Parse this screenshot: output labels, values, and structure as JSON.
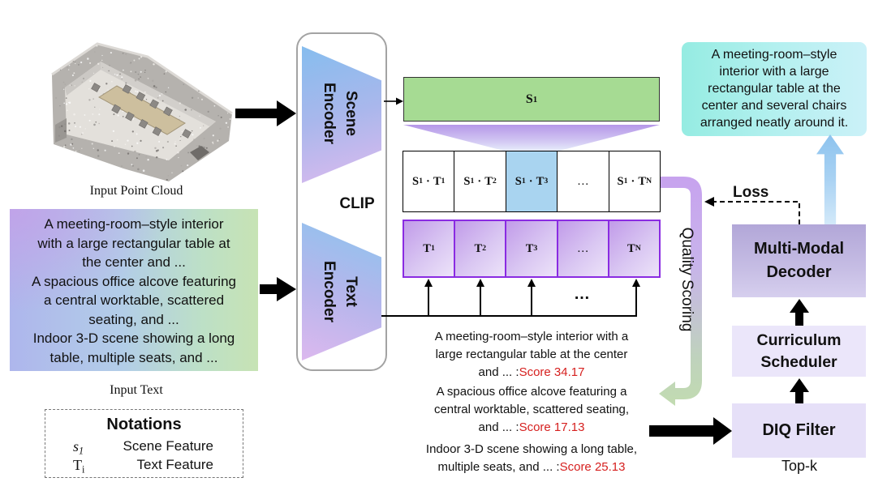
{
  "point_cloud": {
    "label": "Input Point Cloud"
  },
  "input_text": {
    "lines": [
      "A meeting-room–style interior",
      "with a large rectangular table at",
      "the center and ...",
      "A spacious office alcove featuring",
      "a central worktable, scattered",
      "seating, and ...",
      "Indoor 3-D scene showing a long",
      "table, multiple seats, and ..."
    ],
    "label": "Input Text"
  },
  "clip": {
    "label": "CLIP",
    "scene_encoder": {
      "line1": "Scene",
      "line2": "Encoder"
    },
    "text_encoder": {
      "line1": "Text",
      "line2": "Encoder"
    }
  },
  "scene_feature": {
    "symbol": "S",
    "sub": "1"
  },
  "similarity_row": [
    {
      "a": "S",
      "a_sub": "1",
      "op": "·",
      "b": "T",
      "b_sub": "1"
    },
    {
      "a": "S",
      "a_sub": "1",
      "op": "·",
      "b": "T",
      "b_sub": "2"
    },
    {
      "a": "S",
      "a_sub": "1",
      "op": "·",
      "b": "T",
      "b_sub": "3",
      "highlighted": true
    },
    {
      "ellipsis": "…"
    },
    {
      "a": "S",
      "a_sub": "1",
      "op": "·",
      "b": "T",
      "b_sub": "N"
    }
  ],
  "text_feature_row": [
    {
      "symbol": "T",
      "sub": "1"
    },
    {
      "symbol": "T",
      "sub": "2"
    },
    {
      "symbol": "T",
      "sub": "3"
    },
    {
      "ellipsis": "…"
    },
    {
      "symbol": "T",
      "sub": "N"
    }
  ],
  "text_feature_more": "…",
  "quality_scoring": {
    "label": "Quality Scoring"
  },
  "scored_texts": [
    {
      "lines": [
        "A meeting-room–style interior with a",
        "large rectangular table at the center"
      ],
      "tail": "and ... :",
      "score": "Score 34.17"
    },
    {
      "lines": [
        "A spacious office alcove featuring a",
        "central worktable, scattered seating,"
      ],
      "tail": "and ... :",
      "score": "Score 17.13"
    },
    {
      "lines": [
        "Indoor 3-D scene showing a long table,"
      ],
      "tail": "multiple seats, and ... :",
      "score": "Score 25.13"
    }
  ],
  "pipeline": {
    "diq_filter": "DIQ Filter",
    "top_k": "Top-k",
    "curriculum_scheduler": {
      "line1": "Curriculum",
      "line2": "Scheduler"
    },
    "decoder": {
      "line1": "Multi-Modal",
      "line2": "Decoder"
    },
    "loss": "Loss"
  },
  "output_caption": {
    "lines": [
      "A meeting-room–style",
      "interior with a large",
      "rectangular table at the",
      "center and several chairs",
      "arranged neatly around it."
    ]
  },
  "notations": {
    "title": "Notations",
    "rows": [
      {
        "symbol": "s",
        "sub": "1",
        "desc": "Scene Feature"
      },
      {
        "symbol": "T",
        "sub": "i",
        "desc": "Text Feature"
      }
    ]
  },
  "colors": {
    "scene_feature_fill": "#a6db93",
    "highlight_fill": "#a9d4f0",
    "text_feature_border": "#8a2be2",
    "score_red": "#d6201f",
    "output_caption_fill": "#b3f0ef",
    "decoder_fill": "#c6bde4",
    "stage_fill": "#ebe6fa"
  }
}
